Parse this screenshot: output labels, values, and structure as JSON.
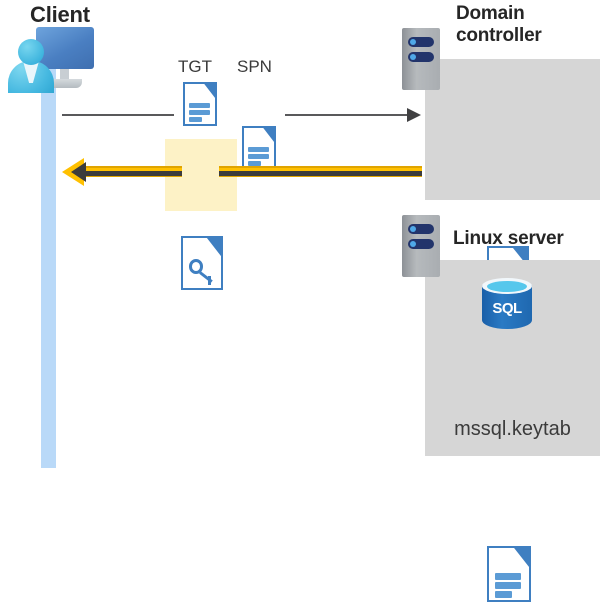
{
  "diagram": {
    "title": "Kerberos authentication flow: Client, Domain controller, Linux server",
    "background": "#ffffff",
    "colors": {
      "panel_gray": "#d6d6d6",
      "lifeline_blue": "#b9d9f8",
      "highlight_yellow": "#fdf2c6",
      "arrow_yellow": "#ffc000",
      "arrow_yellow_edge": "#e0a400",
      "arrow_core_dark": "#3c3c3c",
      "arrow_gray": "#59595b",
      "doc_blue": "#3f7fc1",
      "doc_line_blue": "#5b9bd5",
      "sql_blue": "#1f68b0",
      "sql_top_cyan": "#56c7ec",
      "cert_gold": "#ffd117",
      "cert_red": "#d32f2f",
      "server_navy": "#22346b",
      "server_dot_blue": "#4fa8e8",
      "text_dark": "#262626"
    }
  },
  "client": {
    "title": "Client",
    "icon": "user-computer-icon",
    "lifeline": "client-lifeline"
  },
  "labels": {
    "tgt": "TGT",
    "spn": "SPN"
  },
  "artifacts": {
    "tgt_doc": "document-icon",
    "spn_doc": "document-icon",
    "key_doc": "key-document-icon",
    "cert_doc": "certificate-document-icon",
    "keytab_doc": "document-icon",
    "sql_db": "sql-database-icon",
    "sql_label": "SQL"
  },
  "domain_controller": {
    "title": "Domain\ncontroller",
    "icon": "server-icon",
    "contents": [
      {
        "name": "certificate",
        "label": ""
      }
    ]
  },
  "linux_server": {
    "title": "Linux server",
    "icon": "server-icon",
    "contents": [
      {
        "name": "sql-database",
        "label": "SQL"
      },
      {
        "name": "keytab-file",
        "label": "mssql.keytab"
      }
    ]
  },
  "flows": [
    {
      "name": "request-flow",
      "direction": "client-to-domain-controller",
      "style": "thin-gray-arrow",
      "carries": [
        "TGT",
        "SPN"
      ]
    },
    {
      "name": "response-flow",
      "direction": "domain-controller-to-client",
      "style": "thick-yellow-arrow",
      "carries": [
        "service-ticket-key"
      ],
      "highlighted": true
    }
  ]
}
